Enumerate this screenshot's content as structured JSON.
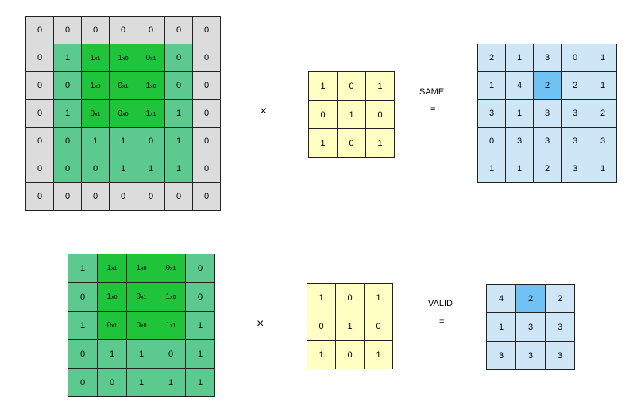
{
  "same": {
    "label": "SAME",
    "times": "×",
    "equals": "=",
    "input": [
      [
        "0",
        "0",
        "0",
        "0",
        "0",
        "0",
        "0"
      ],
      [
        "0",
        "1",
        "1",
        "1",
        "0",
        "0",
        "0"
      ],
      [
        "0",
        "0",
        "1",
        "0",
        "1",
        "0",
        "0"
      ],
      [
        "0",
        "1",
        "0",
        "0",
        "1",
        "1",
        "0"
      ],
      [
        "0",
        "0",
        "1",
        "1",
        "0",
        "1",
        "0"
      ],
      [
        "0",
        "0",
        "0",
        "1",
        "1",
        "1",
        "0"
      ],
      [
        "0",
        "0",
        "0",
        "0",
        "0",
        "0",
        "0"
      ]
    ],
    "kernel_overlay": [
      [
        "x1",
        "x0",
        "x1"
      ],
      [
        "x0",
        "x1",
        "x0"
      ],
      [
        "x1",
        "x0",
        "x1"
      ]
    ],
    "window_origin": [
      1,
      2
    ],
    "padding": 1,
    "kernel": [
      [
        "1",
        "0",
        "1"
      ],
      [
        "0",
        "1",
        "0"
      ],
      [
        "1",
        "0",
        "1"
      ]
    ],
    "output": [
      [
        "2",
        "1",
        "3",
        "0",
        "1"
      ],
      [
        "1",
        "4",
        "2",
        "2",
        "1"
      ],
      [
        "3",
        "1",
        "3",
        "3",
        "2"
      ],
      [
        "0",
        "3",
        "3",
        "3",
        "3"
      ],
      [
        "1",
        "1",
        "2",
        "3",
        "1"
      ]
    ],
    "highlight": [
      1,
      2
    ]
  },
  "valid": {
    "label": "VALID",
    "times": "×",
    "equals": "=",
    "input": [
      [
        "1",
        "1",
        "1",
        "0",
        "0"
      ],
      [
        "0",
        "1",
        "0",
        "1",
        "0"
      ],
      [
        "1",
        "0",
        "0",
        "1",
        "1"
      ],
      [
        "0",
        "1",
        "1",
        "0",
        "1"
      ],
      [
        "0",
        "0",
        "1",
        "1",
        "1"
      ]
    ],
    "kernel_overlay": [
      [
        "x1",
        "x0",
        "x1"
      ],
      [
        "x0",
        "x1",
        "x0"
      ],
      [
        "x1",
        "x0",
        "x1"
      ]
    ],
    "window_origin": [
      0,
      1
    ],
    "padding": 0,
    "kernel": [
      [
        "1",
        "0",
        "1"
      ],
      [
        "0",
        "1",
        "0"
      ],
      [
        "1",
        "0",
        "1"
      ]
    ],
    "output": [
      [
        "4",
        "2",
        "2"
      ],
      [
        "1",
        "3",
        "3"
      ],
      [
        "3",
        "3",
        "3"
      ]
    ],
    "highlight": [
      0,
      1
    ]
  }
}
